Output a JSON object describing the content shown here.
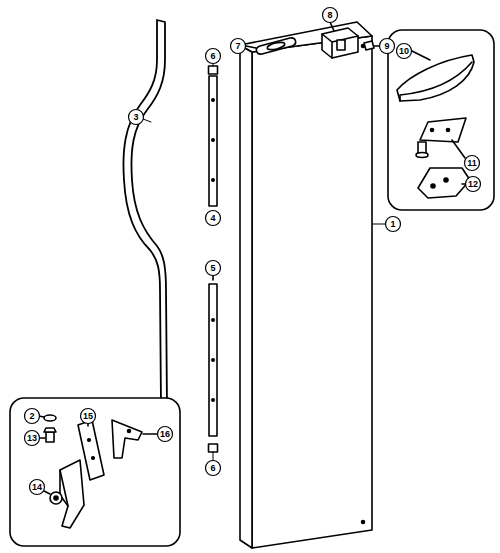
{
  "diagram": {
    "labels": [
      "8",
      "9",
      "6",
      "7",
      "10",
      "3",
      "1",
      "11",
      "4",
      "5",
      "12",
      "2",
      "15",
      "16",
      "13",
      "14",
      "6"
    ]
  }
}
